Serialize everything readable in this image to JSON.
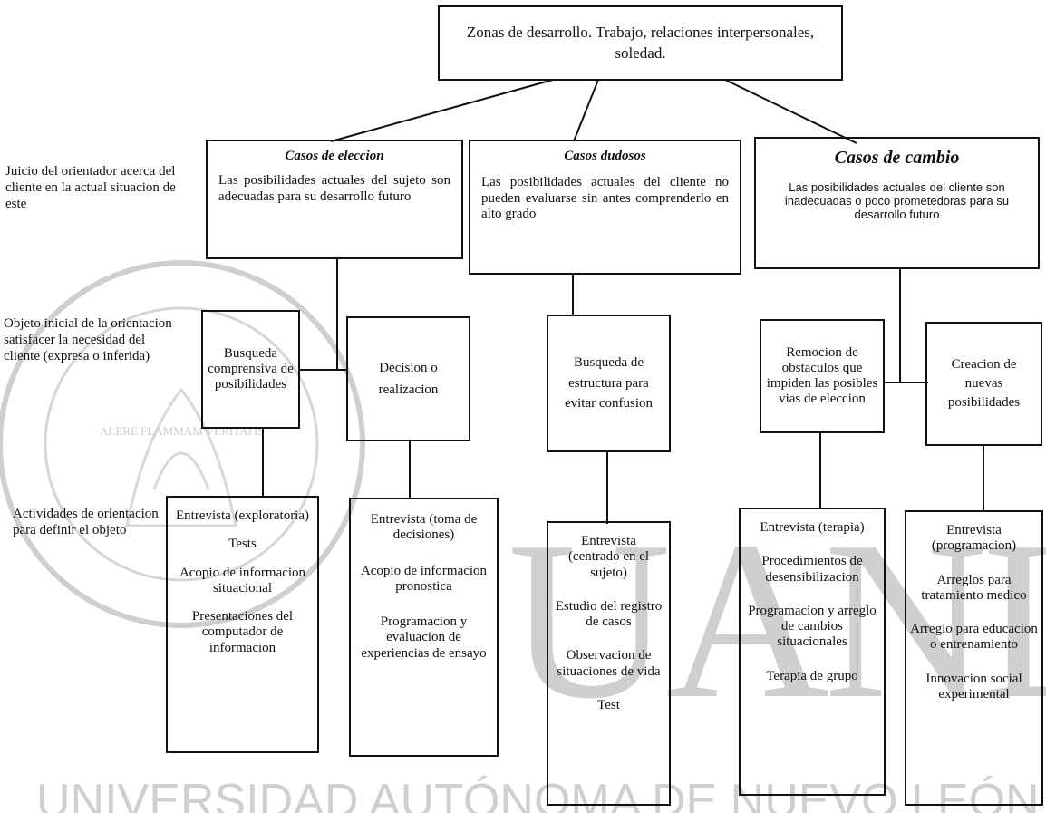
{
  "watermark": {
    "big_text": "UANL",
    "bottom_text": "UNIVERSIDAD AUTÓNOMA DE NUEVO LEÓN",
    "seal_motto": "ALERE FLAMMAM VERITATIS"
  },
  "root": "Zonas de desarrollo. Trabajo, relaciones interpersonales, soledad.",
  "side_labels": [
    "Juicio del orientador acerca del cliente en la actual situacion de este",
    "Objeto inicial de la orientacion satisfacer la necesidad del cliente (expresa o inferida)",
    "Actividades de orientacion para definir el objeto"
  ],
  "cases": [
    {
      "title": "Casos de eleccion",
      "desc": "Las posibilidades actuales del sujeto son adecuadas para su desarrollo futuro"
    },
    {
      "title": "Casos dudosos",
      "desc": "Las posibilidades actuales del cliente no pueden evaluarse sin antes comprenderlo en alto grado"
    },
    {
      "title": "Casos de cambio",
      "desc": "Las posibilidades actuales del cliente son inadecuadas o poco prometedoras para su desarrollo futuro"
    }
  ],
  "objectives": [
    "Busqueda comprensiva de posibilidades",
    "Decision o realizacion",
    "Busqueda de estructura para evitar confusion",
    "Remocion de obstaculos que impiden las posibles vias de eleccion",
    "Creacion de nuevas posibilidades"
  ],
  "activities": [
    [
      "Entrevista (exploratoria)",
      "Tests",
      "Acopio de informacion situacional",
      "Presentaciones del computador de informacion"
    ],
    [
      "Entrevista (toma de decisiones)",
      "Acopio de informacion pronostica",
      "Programacion y evaluacion de experiencias de ensayo"
    ],
    [
      "Entrevista (centrado en el sujeto)",
      "Estudio del registro de casos",
      "Observacion de situaciones de vida",
      "Test"
    ],
    [
      "Entrevista (terapia)",
      "Procedimientos de desensibilizacion",
      "Programacion y arreglo de cambios situacionales",
      "Terapia de grupo"
    ],
    [
      "Entrevista (programacion)",
      "Arreglos para tratamiento medico",
      "Arreglo para educacion o entrenamiento",
      "Innovacion social experimental"
    ]
  ]
}
